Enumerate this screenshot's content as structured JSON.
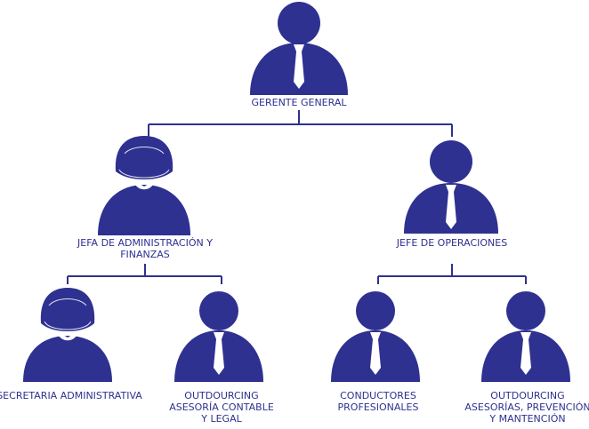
{
  "colors": {
    "primary": "#2e3190",
    "background": "#ffffff"
  },
  "nodes": {
    "gerente": {
      "lines": [
        "GERENTE GENERAL"
      ],
      "icon": "man-icon"
    },
    "jefa_admin": {
      "lines": [
        "JEFA DE ADMINISTRACIÓN Y",
        "FINANZAS"
      ],
      "icon": "woman-icon"
    },
    "jefe_ops": {
      "lines": [
        "JEFE DE OPERACIONES"
      ],
      "icon": "man-icon"
    },
    "secretaria": {
      "lines": [
        "SECRETARIA ADMINISTRATIVA"
      ],
      "icon": "woman-icon"
    },
    "outsourcing_contable": {
      "lines": [
        "OUTDOURCING",
        "ASESORÍA CONTABLE",
        "Y LEGAL"
      ],
      "icon": "man-icon"
    },
    "conductores": {
      "lines": [
        "CONDUCTORES",
        "PROFESIONALES"
      ],
      "icon": "man-icon"
    },
    "outsourcing_prevencion": {
      "lines": [
        "OUTDOURCING",
        "ASESORÍAS, PREVENCIÓN",
        "Y MANTENCIÓN"
      ],
      "icon": "man-icon"
    }
  }
}
